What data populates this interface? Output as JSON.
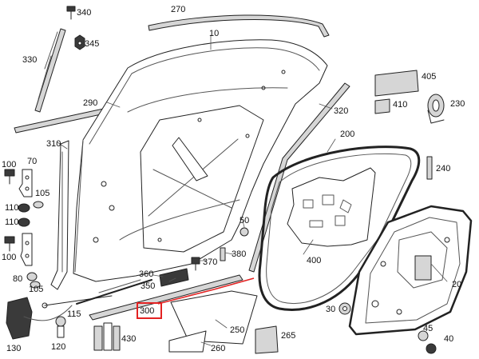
{
  "colors": {
    "line": "#222222",
    "light": "#555555",
    "gray": "#d6d6d6",
    "dark": "#3a3a3a",
    "highlight": "#e32222"
  },
  "labels": {
    "p10": "10",
    "p20": "20",
    "p30": "30",
    "p40": "40",
    "p45": "45",
    "p50": "50",
    "p70": "70",
    "p80": "80",
    "p100a": "100",
    "p100b": "100",
    "p105a": "105",
    "p105b": "105",
    "p110a": "110",
    "p110b": "110",
    "p115": "115",
    "p120": "120",
    "p130": "130",
    "p200": "200",
    "p230": "230",
    "p240": "240",
    "p250": "250",
    "p260": "260",
    "p265": "265",
    "p270": "270",
    "p290": "290",
    "p300": "300",
    "p310": "310",
    "p320": "320",
    "p330": "330",
    "p340": "340",
    "p345": "345",
    "p350": "350",
    "p360": "360",
    "p370": "370",
    "p380": "380",
    "p400": "400",
    "p405": "405",
    "p410": "410",
    "p430": "430"
  }
}
